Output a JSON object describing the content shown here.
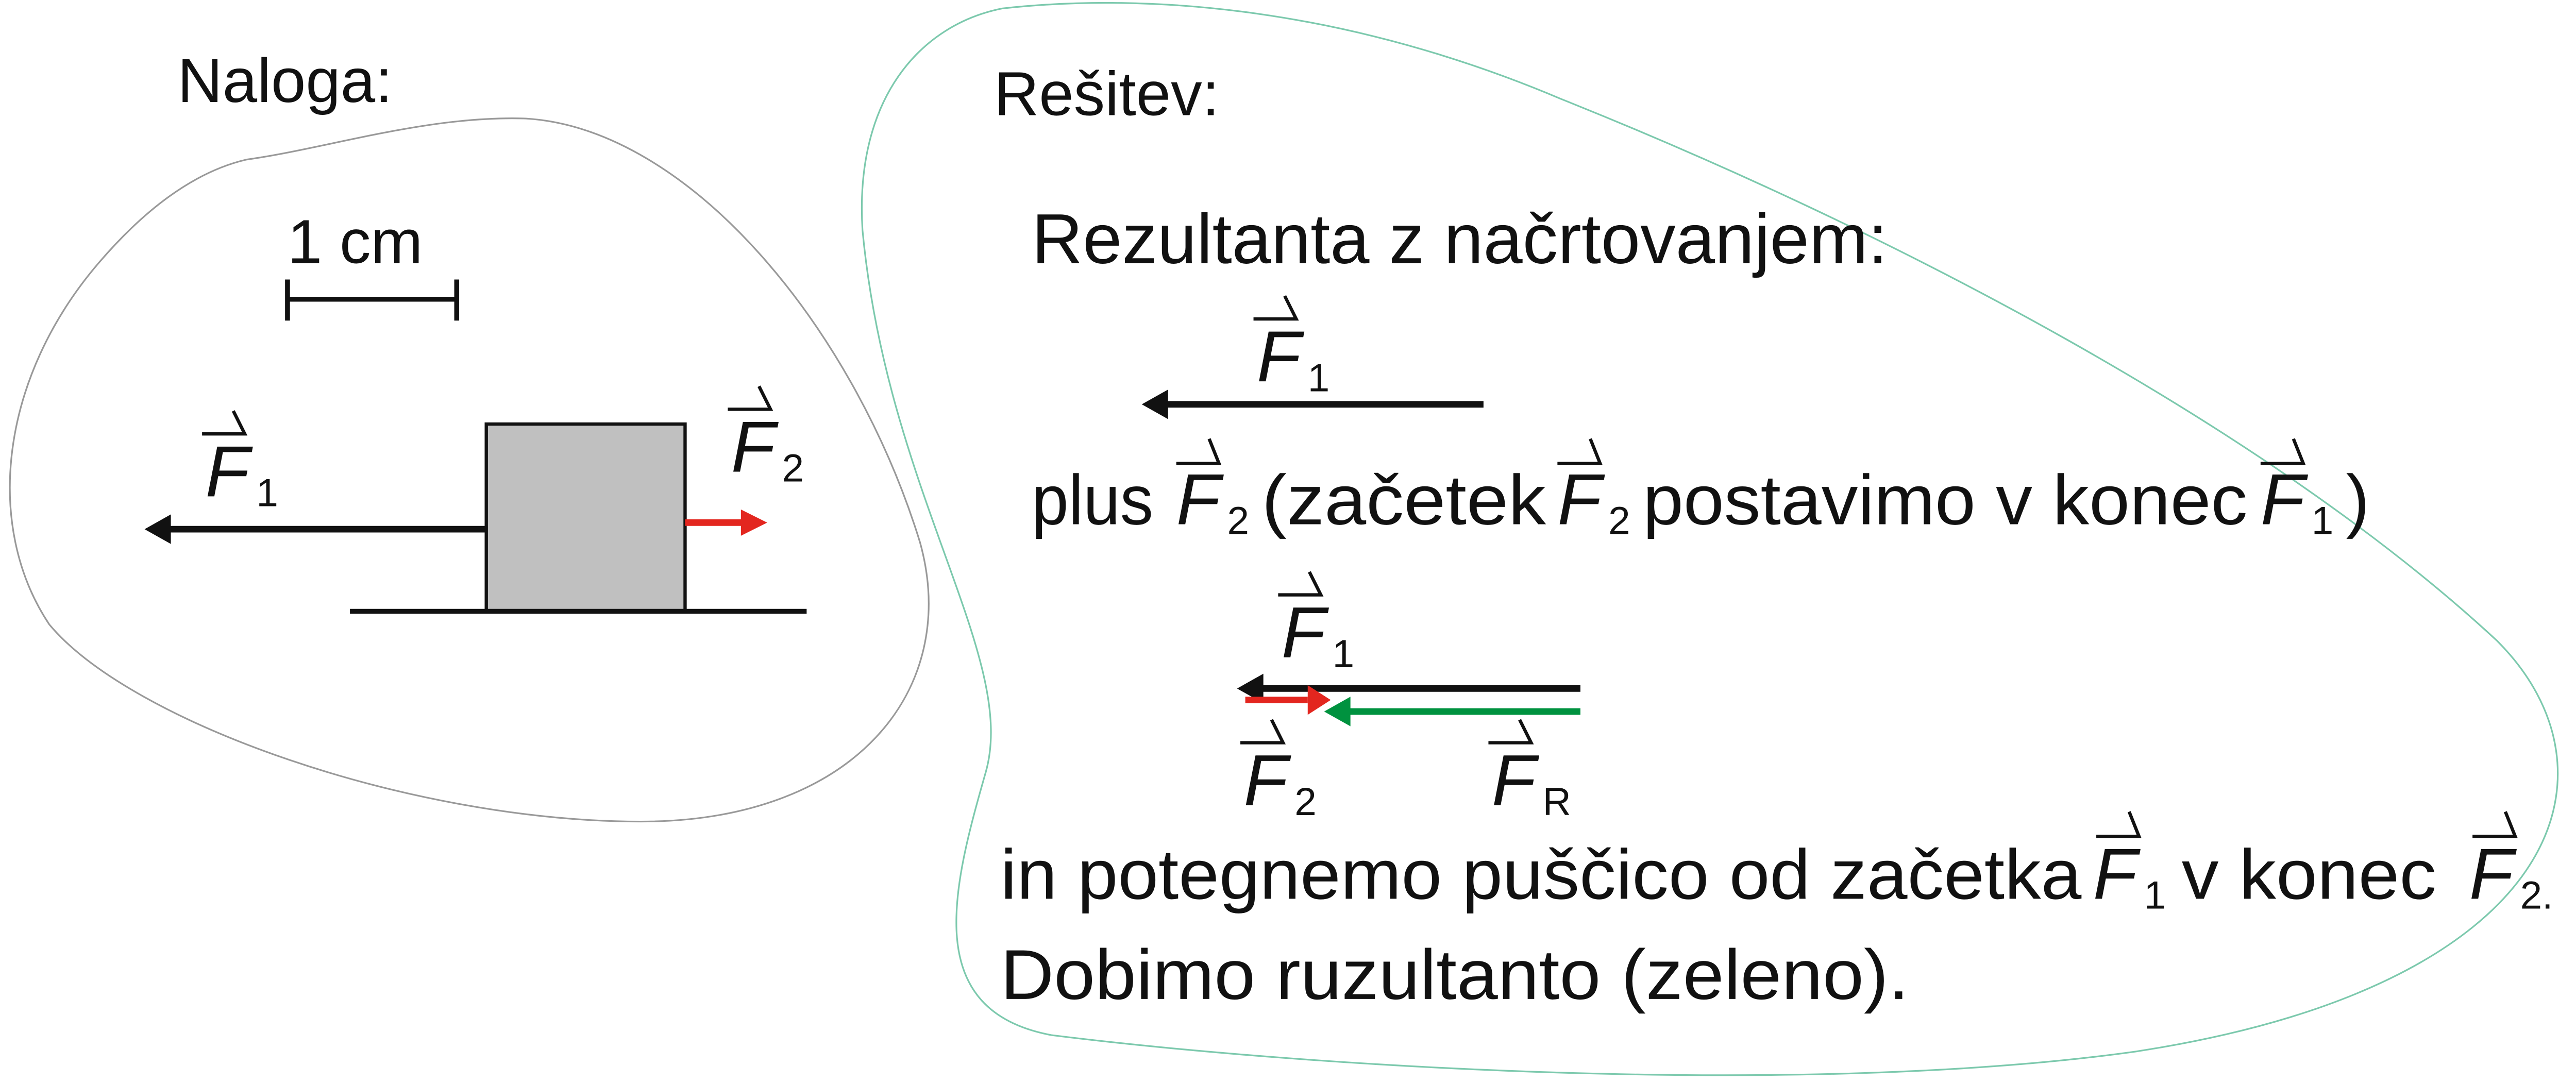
{
  "task": {
    "heading": "Naloga:",
    "scale_label": "1 cm",
    "vectors": {
      "F1": {
        "symbol": "F",
        "index": "1"
      },
      "F2": {
        "symbol": "F",
        "index": "2"
      }
    }
  },
  "solution": {
    "heading": "Rešitev:",
    "subheading": "Rezultanta z načrtovanjem:",
    "step1_vector": {
      "symbol": "F",
      "index": "1"
    },
    "step2": {
      "plus": "plus",
      "v1": {
        "symbol": "F",
        "index": "2"
      },
      "text_a": "(začetek",
      "v2": {
        "symbol": "F",
        "index": "2"
      },
      "text_b": "postavimo v konec",
      "v3": {
        "symbol": "F",
        "index": "1"
      },
      "text_c": ")"
    },
    "sum_labels": {
      "F1": {
        "symbol": "F",
        "index": "1"
      },
      "F2": {
        "symbol": "F",
        "index": "2"
      },
      "FR": {
        "symbol": "F",
        "index": "R"
      }
    },
    "conclusion": {
      "text_a": "in potegnemo puščico od začetka",
      "v1": {
        "symbol": "F",
        "index": "1"
      },
      "text_b": "v konec",
      "v2": {
        "symbol": "F",
        "index": "2."
      },
      "line2": "Dobimo ruzultanto (zeleno)."
    }
  },
  "colors": {
    "f1": "#111111",
    "f2": "#e3261f",
    "resultant": "#00923f",
    "box": "#c0c0c0",
    "outline_left": "#999999",
    "outline_right": "#7cc9ad"
  }
}
